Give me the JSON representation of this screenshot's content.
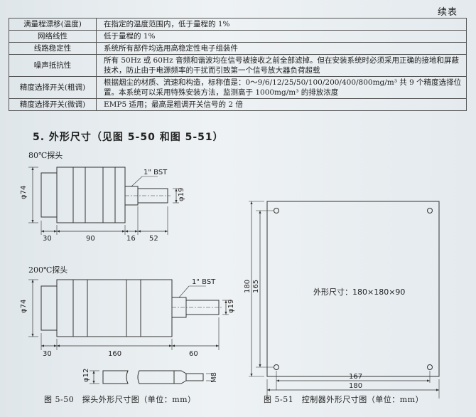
{
  "continued_label": "续表",
  "table": {
    "rows": [
      {
        "name": "满量程漂移(温度)",
        "value": "在指定的温度范围内，低于量程的 1%"
      },
      {
        "name": "网络线性",
        "value": "低于量程的 1%"
      },
      {
        "name": "线路稳定性",
        "value": "系统所有部件均选用高稳定性电子组装件"
      },
      {
        "name": "噪声抵抗性",
        "value": "所有 50Hz 或 60Hz 音频和谐波均在信号被接收之前全部滤掉。但在安装系统时必须采用正确的接地和屏蔽技术，防止由于电源频率的干扰而引致第一个信号放大器负荷超载"
      },
      {
        "name": "精度选择开关(粗调)",
        "value": "根据烟尘的材质、流速和构造，标称值是：0～9/6/12/25/50/100/200/400/800mg/m³ 共 9 个精度选择位置。本系统可以采用特殊安装方法，监测高于 1000mg/m³ 的排放浓度"
      },
      {
        "name": "精度选择开关(微调)",
        "value": "EMP5 适用；最高是粗调开关信号的 2 倍"
      }
    ]
  },
  "section_title": "5. 外形尺寸（见图 5-50 和图 5-51）",
  "fig50": {
    "probe80_label": "80℃探头",
    "probe200_label": "200℃探头",
    "bst_label": "1\" BST",
    "phi74": "φ74",
    "phi19": "φ19",
    "phi12": "φ12",
    "m8": "M8",
    "dims80": [
      "30",
      "90",
      "16",
      "52"
    ],
    "dims200": [
      "30",
      "160",
      "60"
    ],
    "caption": "图 5-50　探头外形尺寸图（单位：mm）"
  },
  "fig51": {
    "size_label": "外形尺寸：180×180×90",
    "h180": "180",
    "h165": "165",
    "w167": "167",
    "w180": "180",
    "caption": "图 5-51　控制器外形尺寸图（单位：mm）"
  }
}
